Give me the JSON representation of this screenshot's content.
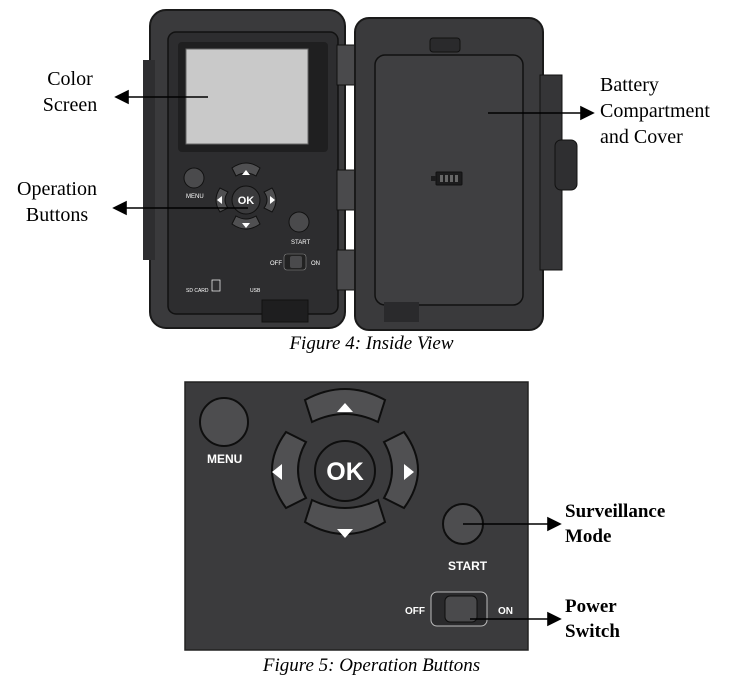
{
  "figure4": {
    "caption": "Figure 4: Inside View",
    "callouts": {
      "color_screen": [
        "Color",
        "Screen"
      ],
      "operation_buttons": [
        "Operation",
        "Buttons"
      ],
      "battery": [
        "Battery",
        "Compartment",
        "and Cover"
      ]
    },
    "device_labels": {
      "menu": "MENU",
      "ok": "OK",
      "start": "START",
      "off": "OFF",
      "on": "ON",
      "sd_card": "SD CARD",
      "usb": "USB"
    }
  },
  "figure5": {
    "caption": "Figure 5: Operation Buttons",
    "callouts": {
      "surveillance": [
        "Surveillance",
        "Mode"
      ],
      "power": [
        "Power",
        "Switch"
      ]
    },
    "device_labels": {
      "menu": "MENU",
      "ok": "OK",
      "start": "START",
      "off": "OFF",
      "on": "ON"
    }
  },
  "icons": [
    "arrow-up-icon",
    "arrow-down-icon",
    "arrow-left-icon",
    "arrow-right-icon",
    "battery-icon",
    "sd-card-icon"
  ]
}
